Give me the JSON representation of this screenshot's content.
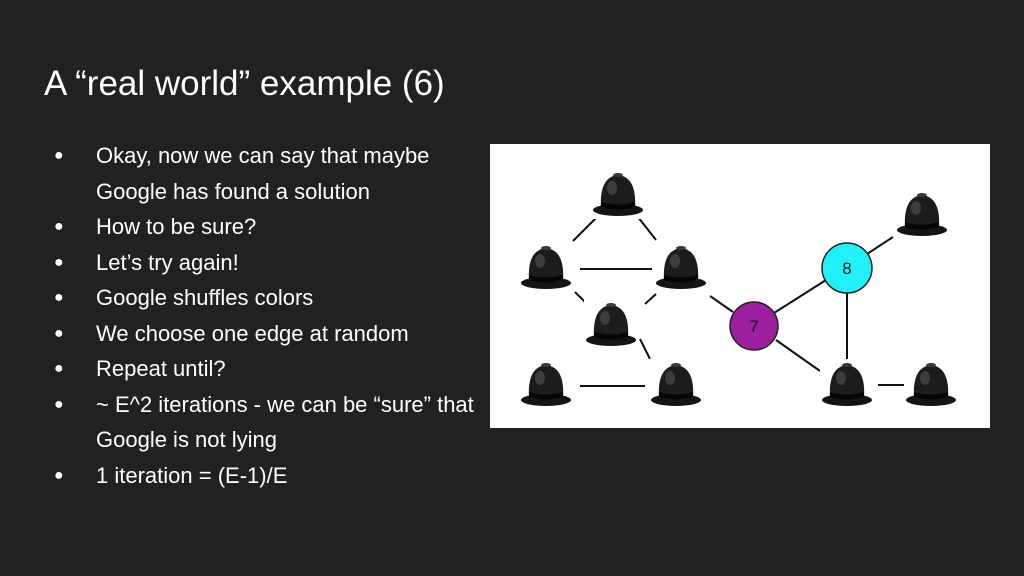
{
  "slide": {
    "title": "A “real world” example (6)",
    "bullets": [
      "Okay, now we can say that maybe Google has found a solution",
      "How to be sure?",
      "Let’s try again!",
      "Google shuffles colors",
      "We choose one edge at random",
      "Repeat until?",
      "~ E^2 iterations - we can be “sure” that Google is not lying",
      "1 iteration = (E-1)/E"
    ],
    "bullet_symbol": "●"
  },
  "graph": {
    "hidden_node_icon": "bowler-hat-icon",
    "revealed_nodes": [
      {
        "label": "7",
        "color": "#9b1f9e"
      },
      {
        "label": "8",
        "color": "#20f0f7"
      }
    ]
  },
  "colors": {
    "background": "#212121",
    "text": "#ffffff",
    "node_7": "#9b1f9e",
    "node_8": "#20f0f7",
    "edge": "#111111"
  }
}
